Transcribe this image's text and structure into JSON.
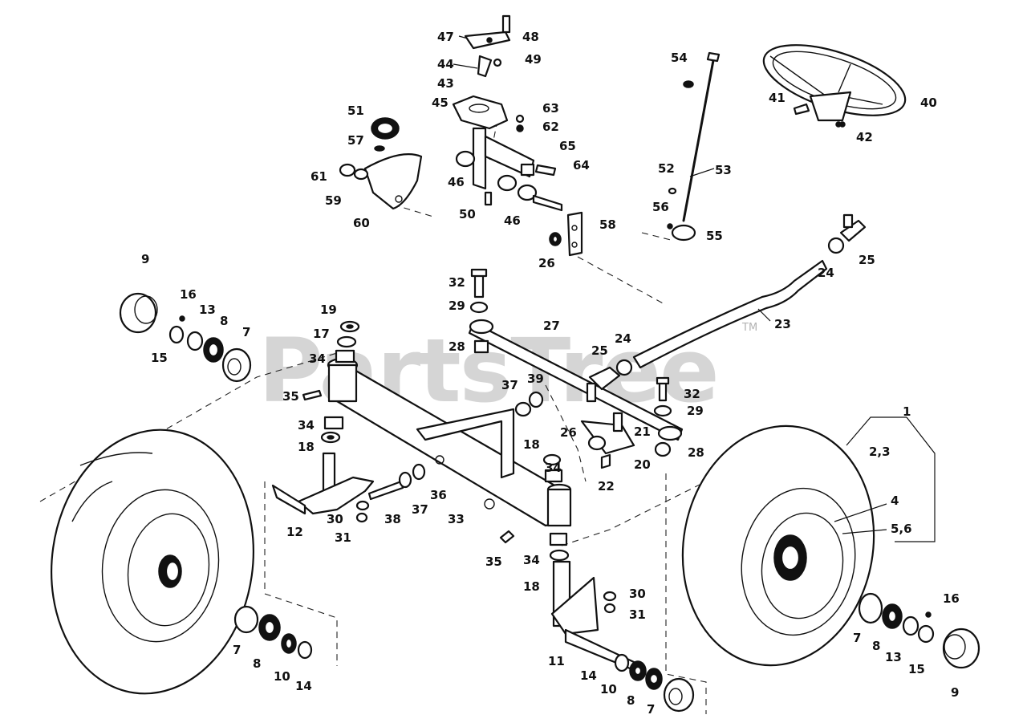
{
  "watermark": {
    "text": "PartsTree",
    "trademark": "TM"
  },
  "callouts": [
    {
      "id": "c-48",
      "label": "48"
    },
    {
      "id": "c-47",
      "label": "47"
    },
    {
      "id": "c-49",
      "label": "49"
    },
    {
      "id": "c-44",
      "label": "44"
    },
    {
      "id": "c-43",
      "label": "43"
    },
    {
      "id": "c-45",
      "label": "45"
    },
    {
      "id": "c-63",
      "label": "63"
    },
    {
      "id": "c-62",
      "label": "62"
    },
    {
      "id": "c-65",
      "label": "65"
    },
    {
      "id": "c-64",
      "label": "64"
    },
    {
      "id": "c-46a",
      "label": "46"
    },
    {
      "id": "c-46b",
      "label": "46"
    },
    {
      "id": "c-50",
      "label": "50"
    },
    {
      "id": "c-51",
      "label": "51"
    },
    {
      "id": "c-57",
      "label": "57"
    },
    {
      "id": "c-61",
      "label": "61"
    },
    {
      "id": "c-59",
      "label": "59"
    },
    {
      "id": "c-60",
      "label": "60"
    },
    {
      "id": "c-58",
      "label": "58"
    },
    {
      "id": "c-26a",
      "label": "26"
    },
    {
      "id": "c-54",
      "label": "54"
    },
    {
      "id": "c-52",
      "label": "52"
    },
    {
      "id": "c-53",
      "label": "53"
    },
    {
      "id": "c-56",
      "label": "56"
    },
    {
      "id": "c-55",
      "label": "55"
    },
    {
      "id": "c-40",
      "label": "40"
    },
    {
      "id": "c-41",
      "label": "41"
    },
    {
      "id": "c-42",
      "label": "42"
    },
    {
      "id": "c-25a",
      "label": "25"
    },
    {
      "id": "c-24a",
      "label": "24"
    },
    {
      "id": "c-23",
      "label": "23"
    },
    {
      "id": "c-9a",
      "label": "9"
    },
    {
      "id": "c-16a",
      "label": "16"
    },
    {
      "id": "c-13a",
      "label": "13"
    },
    {
      "id": "c-8a",
      "label": "8"
    },
    {
      "id": "c-7a",
      "label": "7"
    },
    {
      "id": "c-15a",
      "label": "15"
    },
    {
      "id": "c-19",
      "label": "19"
    },
    {
      "id": "c-17",
      "label": "17"
    },
    {
      "id": "c-34a",
      "label": "34"
    },
    {
      "id": "c-35a",
      "label": "35"
    },
    {
      "id": "c-34b",
      "label": "34"
    },
    {
      "id": "c-18a",
      "label": "18"
    },
    {
      "id": "c-32a",
      "label": "32"
    },
    {
      "id": "c-29a",
      "label": "29"
    },
    {
      "id": "c-27",
      "label": "27"
    },
    {
      "id": "c-28a",
      "label": "28"
    },
    {
      "id": "c-24b",
      "label": "24"
    },
    {
      "id": "c-25b",
      "label": "25"
    },
    {
      "id": "c-37a",
      "label": "37"
    },
    {
      "id": "c-39",
      "label": "39"
    },
    {
      "id": "c-32b",
      "label": "32"
    },
    {
      "id": "c-29b",
      "label": "29"
    },
    {
      "id": "c-26b",
      "label": "26"
    },
    {
      "id": "c-21",
      "label": "21"
    },
    {
      "id": "c-20",
      "label": "20"
    },
    {
      "id": "c-28b",
      "label": "28"
    },
    {
      "id": "c-22",
      "label": "22"
    },
    {
      "id": "c-18b",
      "label": "18"
    },
    {
      "id": "c-34c",
      "label": "34"
    },
    {
      "id": "c-1",
      "label": "1"
    },
    {
      "id": "c-23b",
      "label": "2,3"
    },
    {
      "id": "c-4",
      "label": "4"
    },
    {
      "id": "c-56b",
      "label": "5,6"
    },
    {
      "id": "c-12",
      "label": "12"
    },
    {
      "id": "c-30a",
      "label": "30"
    },
    {
      "id": "c-31a",
      "label": "31"
    },
    {
      "id": "c-38",
      "label": "38"
    },
    {
      "id": "c-37b",
      "label": "37"
    },
    {
      "id": "c-36",
      "label": "36"
    },
    {
      "id": "c-33",
      "label": "33"
    },
    {
      "id": "c-35b",
      "label": "35"
    },
    {
      "id": "c-34d",
      "label": "34"
    },
    {
      "id": "c-18c",
      "label": "18"
    },
    {
      "id": "c-30b",
      "label": "30"
    },
    {
      "id": "c-31b",
      "label": "31"
    },
    {
      "id": "c-11",
      "label": "11"
    },
    {
      "id": "c-14a",
      "label": "14"
    },
    {
      "id": "c-10a",
      "label": "10"
    },
    {
      "id": "c-8b",
      "label": "8"
    },
    {
      "id": "c-7b",
      "label": "7"
    },
    {
      "id": "c-7c",
      "label": "7"
    },
    {
      "id": "c-8c",
      "label": "8"
    },
    {
      "id": "c-10b",
      "label": "10"
    },
    {
      "id": "c-14b",
      "label": "14"
    },
    {
      "id": "c-7d",
      "label": "7"
    },
    {
      "id": "c-8d",
      "label": "8"
    },
    {
      "id": "c-13b",
      "label": "13"
    },
    {
      "id": "c-15b",
      "label": "15"
    },
    {
      "id": "c-16b",
      "label": "16"
    },
    {
      "id": "c-9b",
      "label": "9"
    }
  ]
}
